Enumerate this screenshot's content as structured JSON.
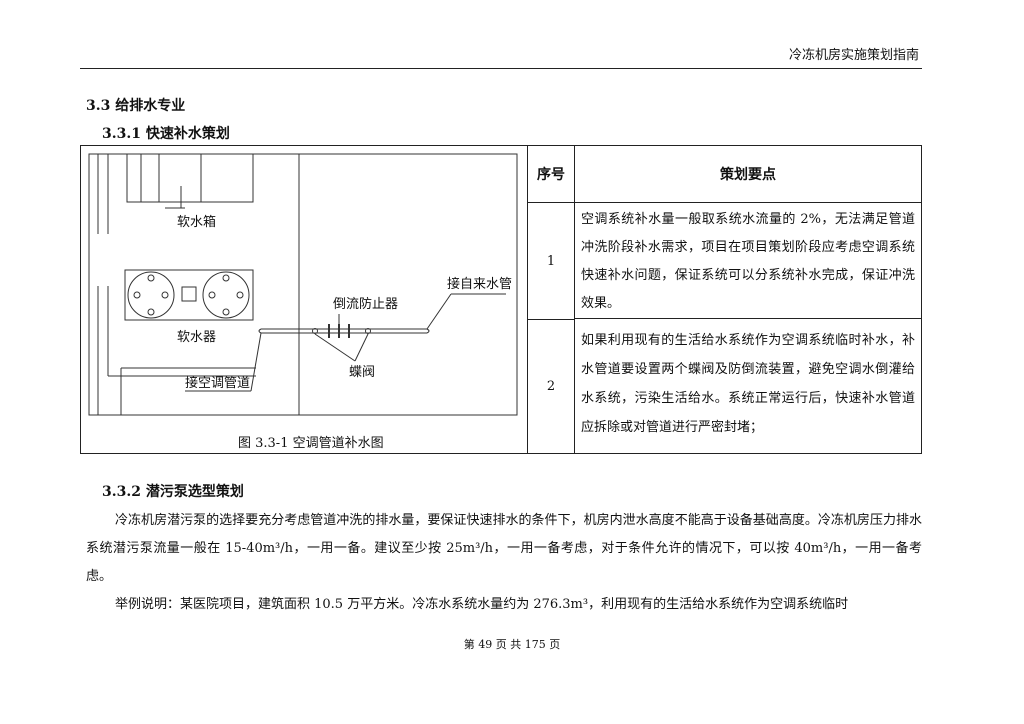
{
  "header": {
    "title": "冷冻机房实施策划指南"
  },
  "section": {
    "title": "3.3 给排水专业",
    "sub1": "3.3.1 快速补水策划",
    "sub2": "3.3.2 潜污泵选型策划"
  },
  "table": {
    "col_seq": "序号",
    "col_points": "策划要点",
    "rows": [
      {
        "num": "1",
        "text": "空调系统补水量一般取系统水流量的 2%，无法满足管道冲洗阶段补水需求，项目在项目策划阶段应考虑空调系统快速补水问题，保证系统可以分系统补水完成，保证冲洗效果。"
      },
      {
        "num": "2",
        "text": "如果利用现有的生活给水系统作为空调系统临时补水，补水管道要设置两个蝶阀及防倒流装置，避免空调水倒灌给水系统，污染生活给水。系统正常运行后，快速补水管道应拆除或对管道进行严密封堵；"
      }
    ]
  },
  "figure": {
    "caption": "图 3.3-1 空调管道补水图",
    "labels": {
      "soft_tank": "软水箱",
      "softener": "软水器",
      "backflow": "倒流防止器",
      "tap_water": "接自来水管",
      "butterfly": "蝶阀",
      "ac_pipe": "接空调管道"
    }
  },
  "paragraphs": {
    "p1": "冷冻机房潜污泵的选择要充分考虑管道冲洗的排水量，要保证快速排水的条件下，机房内泄水高度不能高于设备基础高度。冷冻机房压力排水系统潜污泵流量一般在 15-40m³/h，一用一备。建议至少按 25m³/h，一用一备考虑，对于条件允许的情况下，可以按 40m³/h，一用一备考虑。",
    "p2": "举例说明：某医院项目，建筑面积 10.5 万平方米。冷冻水系统水量约为 276.3m³，利用现有的生活给水系统作为空调系统临时"
  },
  "footer": {
    "page": "第 49 页 共 175 页"
  }
}
